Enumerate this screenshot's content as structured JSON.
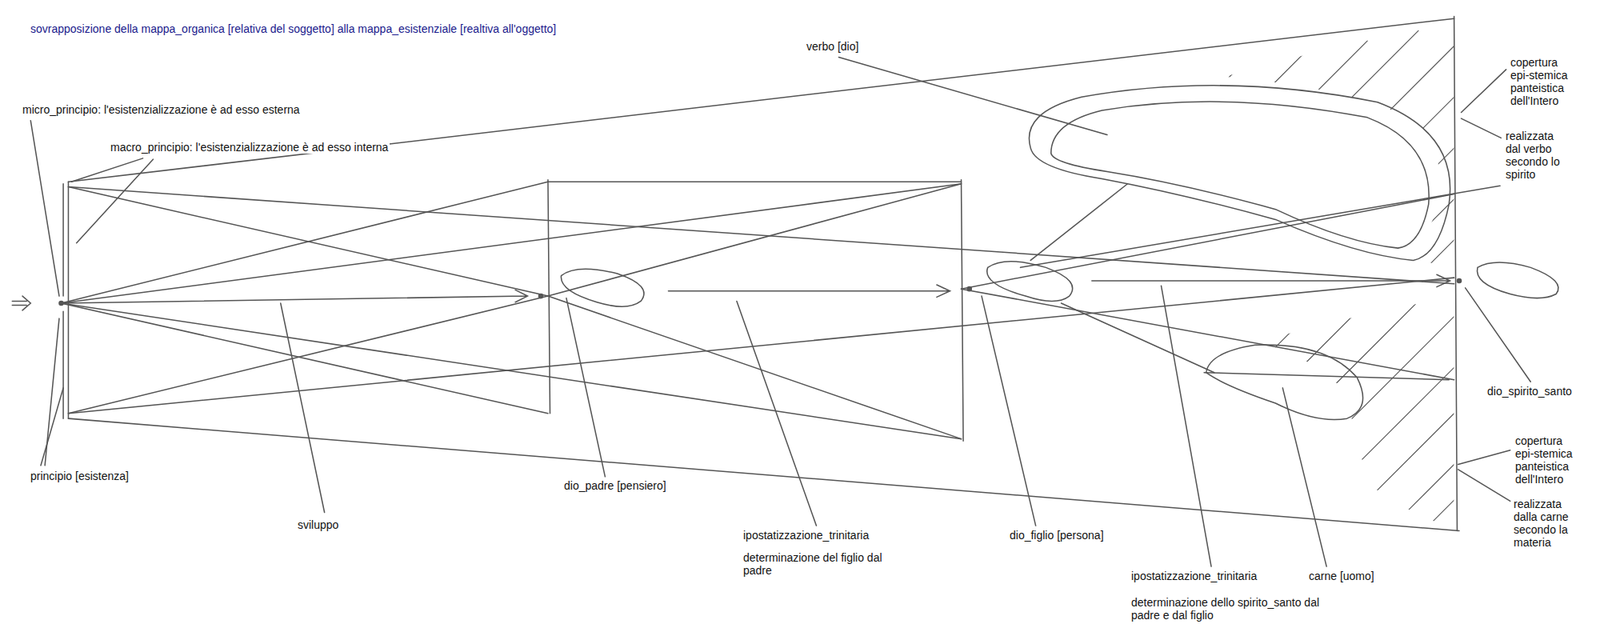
{
  "diagram": {
    "title": "sovrapposizione della mappa_organica [relativa del soggetto] alla mappa_esistenziale [realtiva all'oggetto]",
    "labels": [
      "micro_principio: l'esistenzializzazione è ad esso esterna",
      "macro_principio: l'esistenzializzazione è ad esso interna",
      "principio [esistenza]",
      "sviluppo",
      "dio_padre [pensiero]",
      "ipostatizzazione_trinitaria",
      "determinazione del figlio dal padre",
      "dio_figlio [persona]",
      "ipostatizzazione_trinitaria",
      "determinazione dello spirito_santo dal padre e dal figlio",
      "carne [uomo]",
      "dio_spirito_santo",
      "verbo [dio]",
      "copertura epi-stemica panteistica dell'Intero",
      "realizzata dal verbo secondo lo spirito",
      "copertura epi-stemica panteistica dell'Intero",
      "realizzata dalla carne secondo la materia"
    ]
  }
}
